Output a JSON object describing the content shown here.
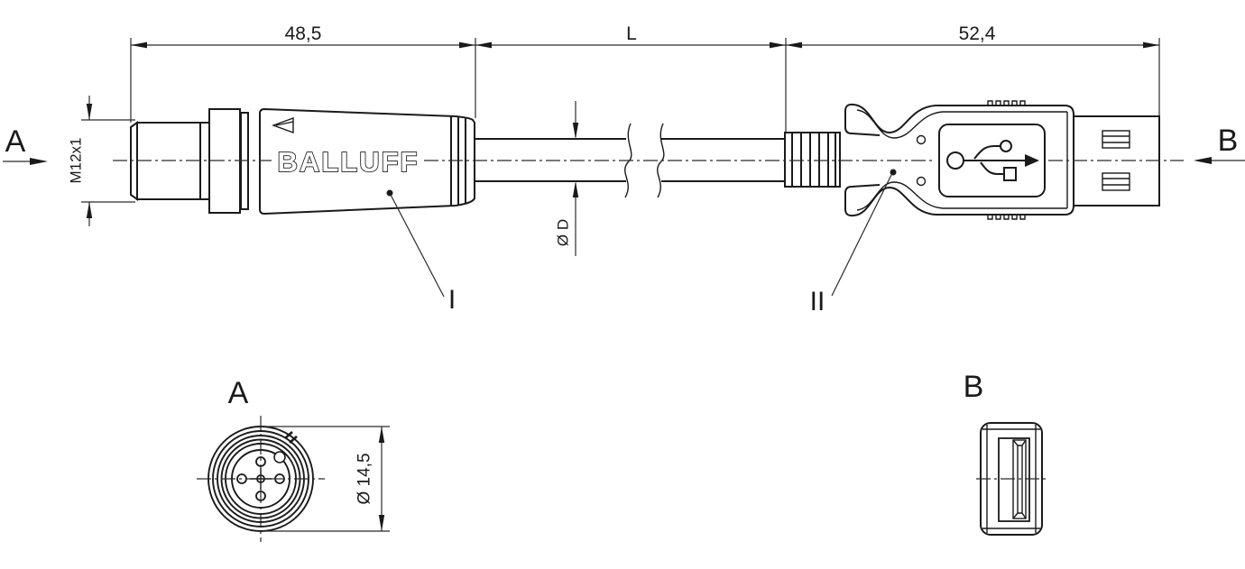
{
  "colors": {
    "line": "#1a1a1a",
    "dimension": "#2a2a2a",
    "background": "#ffffff"
  },
  "side_view": {
    "section_a_label": "A",
    "section_b_label": "B",
    "dims": {
      "connector1_length": "48,5",
      "cable_length": "L",
      "connector2_length": "52,4",
      "thread": "M12x1",
      "cable_diameter": "Ø D"
    },
    "refs": {
      "connector1": "I",
      "connector2": "II"
    },
    "brand": "BALLUFF"
  },
  "view_a": {
    "title": "A",
    "diameter": "Ø 14,5"
  },
  "view_b": {
    "title": "B"
  }
}
